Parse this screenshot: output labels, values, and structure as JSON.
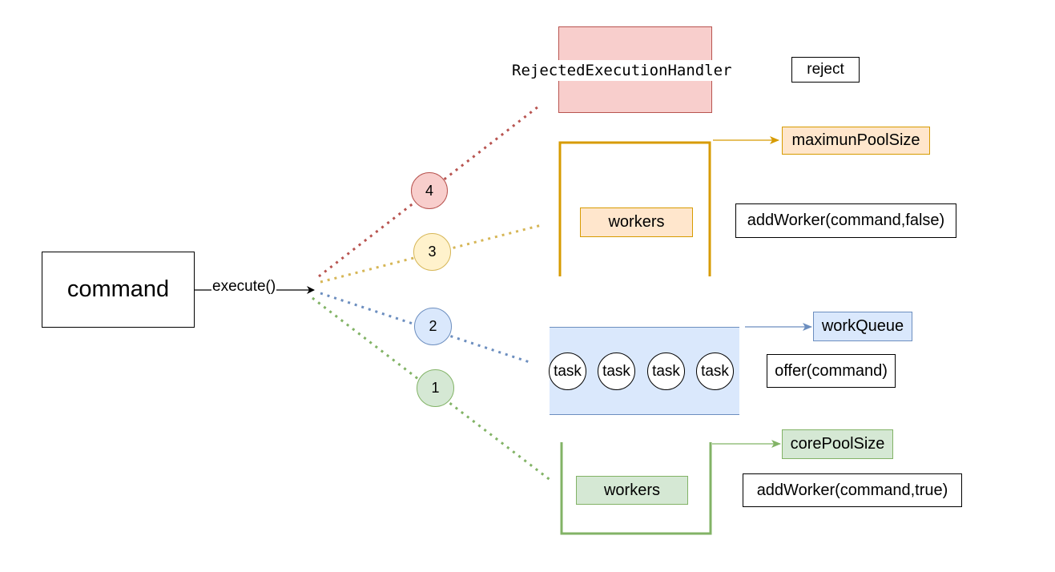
{
  "command": {
    "label": "command",
    "edge_label": "execute()"
  },
  "steps": [
    {
      "number": "1",
      "color": "#82b366",
      "fill": "#d5e8d4"
    },
    {
      "number": "2",
      "color": "#6c8ebf",
      "fill": "#dae8fc"
    },
    {
      "number": "3",
      "color": "#d6b656",
      "fill": "#fff2cc"
    },
    {
      "number": "4",
      "color": "#b85450",
      "fill": "#f8cecc"
    }
  ],
  "rejected": {
    "handler_label": "RejectedExecutionHandler",
    "action_label": "reject"
  },
  "max_pool": {
    "workers_label": "workers",
    "size_label": "maximunPoolSize",
    "action_label": "addWorker(command,false)"
  },
  "queue": {
    "name_label": "workQueue",
    "action_label": "offer(command)",
    "tasks": [
      "task",
      "task",
      "task",
      "task"
    ]
  },
  "core_pool": {
    "workers_label": "workers",
    "size_label": "corePoolSize",
    "action_label": "addWorker(command,true)"
  },
  "colors": {
    "red_fill": "#f8cecc",
    "red_stroke": "#b85450",
    "orange_fill": "#ffe6cc",
    "orange_stroke": "#d79b00",
    "blue_fill": "#dae8fc",
    "blue_stroke": "#6c8ebf",
    "green_fill": "#d5e8d4",
    "green_stroke": "#82b366"
  }
}
